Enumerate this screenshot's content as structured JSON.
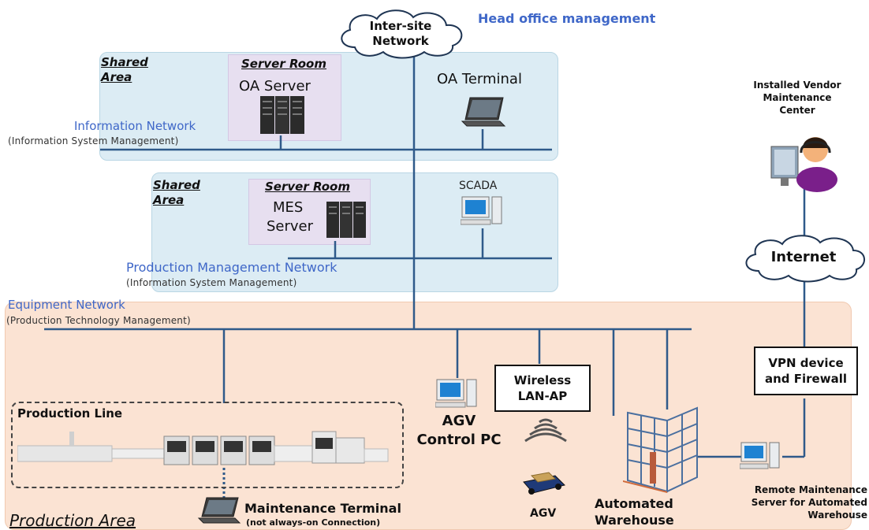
{
  "cloud_intersite": "Inter-site\nNetwork",
  "head_office": "Head office management",
  "cloud_internet": "Internet",
  "info_zone": {
    "area_label": "Shared\nArea",
    "server_room": "Server Room",
    "server_label": "OA Server",
    "terminal_label": "OA Terminal",
    "network_label": "Information Network",
    "network_sub": "(Information System Management)"
  },
  "prod_mgmt_zone": {
    "area_label": "Shared\nArea",
    "server_room": "Server Room",
    "server_label_1": "MES",
    "server_label_2": "Server",
    "scada_label": "SCADA",
    "network_label": "Production Management Network",
    "network_sub": "(Information System Management)"
  },
  "equipment": {
    "network_label": "Equipment Network",
    "network_sub": "(Production Technology Management)",
    "area_label": "Production Area",
    "production_line": "Production Line",
    "maintenance_terminal": "Maintenance Terminal",
    "maintenance_sub": "(not always-on Connection)",
    "agv_pc_1": "AGV",
    "agv_pc_2": "Control PC",
    "wireless_1": "Wireless",
    "wireless_2": "LAN-AP",
    "agv": "AGV",
    "warehouse_1": "Automated",
    "warehouse_2": "Warehouse",
    "remote_server": "Remote Maintenance\nServer for Automated\nWarehouse",
    "vpn_1": "VPN device",
    "vpn_2": "and Firewall"
  },
  "vendor_center": "Installed Vendor\nMaintenance\nCenter",
  "colors": {
    "network_line": "#2f5a8a",
    "label_blue": "#3f67c8",
    "info_zone_bg": "#dcecf4",
    "production_zone_bg": "#fbe3d3",
    "server_room_bg": "#e7dff0"
  }
}
